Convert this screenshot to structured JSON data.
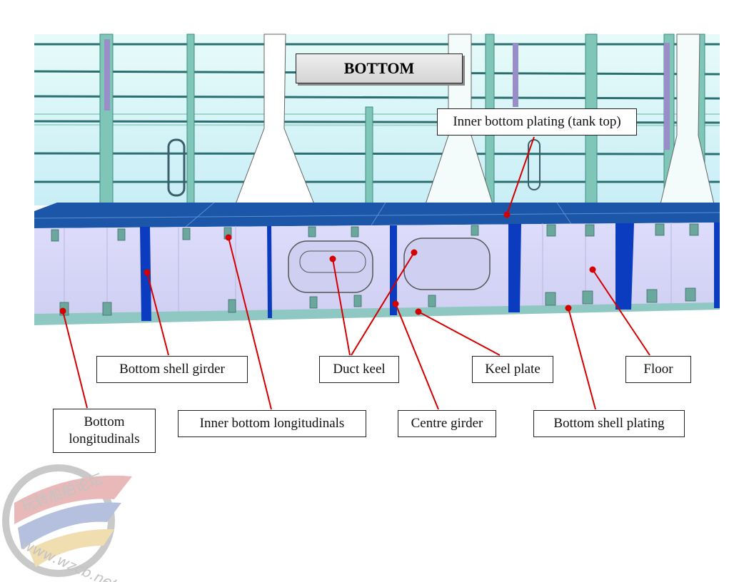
{
  "title": "BOTTOM",
  "labels": {
    "inner_bottom_plating": "Inner bottom plating (tank top)",
    "bottom_shell_girder": "Bottom shell girder",
    "duct_keel": "Duct keel",
    "keel_plate": "Keel plate",
    "floor": "Floor",
    "bottom_longitudinals": "Bottom longitudinals",
    "inner_bottom_longitudinals": "Inner bottom longitudinals",
    "centre_girder": "Centre girder",
    "bottom_shell_plating": "Bottom shell plating"
  },
  "watermark": {
    "text_top": "玩转船舶论坛",
    "text_bottom": "www.wzcb.net"
  },
  "colors": {
    "leader_line": "#d40000",
    "tank_top": "#1c56a8",
    "floor_plate": "#d6d6f6",
    "girder": "#0b3cc0",
    "frame": "#7fc6b8"
  }
}
